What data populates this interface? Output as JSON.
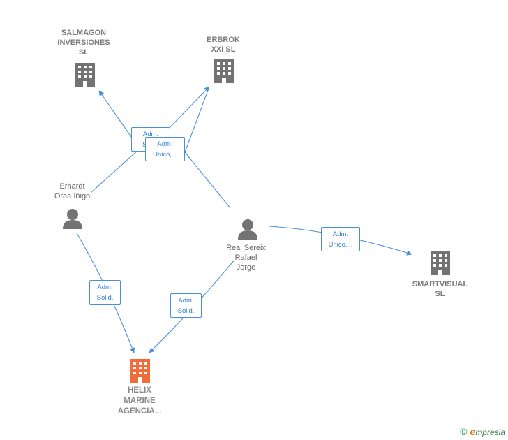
{
  "nodes": {
    "salmagon": {
      "label": "SALMAGON\nINVERSIONES\nSL",
      "type": "company"
    },
    "erbrok": {
      "label": "ERBROK\nXXI SL",
      "type": "company"
    },
    "smartvisual": {
      "label": "SMARTVISUAL\nSL",
      "type": "company"
    },
    "helix": {
      "label": "HELIX\nMARINE\nAGENCIA...",
      "type": "company-main"
    },
    "erhardt": {
      "label": "Erhardt\nOraa Iñigo",
      "type": "person"
    },
    "real": {
      "label": "Real Sereix\nRafael\nJorge",
      "type": "person"
    }
  },
  "edges": {
    "erhardt_salmagon": "Adm.\nSolid.",
    "real_erbrok": "Adm.\nUnico,...",
    "real_smartvisual": "Adm.\nUnico,...",
    "erhardt_helix": "Adm.\nSolid.",
    "real_helix": "Adm.\nSolid."
  },
  "colors": {
    "edge": "#4a8fdb",
    "company_icon": "#737373",
    "main_company_icon": "#f26b3a",
    "person_icon": "#737373"
  },
  "footer": {
    "copyright_symbol": "©",
    "brand_initial": "e",
    "brand_rest": "mpresia"
  }
}
